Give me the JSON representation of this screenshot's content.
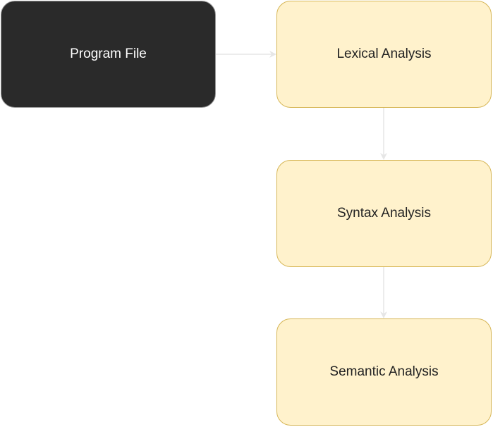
{
  "diagram": {
    "nodes": [
      {
        "id": "program-file",
        "label": "Program File",
        "style": "dark"
      },
      {
        "id": "lexical",
        "label": "Lexical Analysis",
        "style": "light"
      },
      {
        "id": "syntax",
        "label": "Syntax Analysis",
        "style": "light"
      },
      {
        "id": "semantic",
        "label": "Semantic Analysis",
        "style": "light"
      }
    ],
    "edges": [
      {
        "from": "program-file",
        "to": "lexical"
      },
      {
        "from": "lexical",
        "to": "syntax"
      },
      {
        "from": "syntax",
        "to": "semantic"
      }
    ]
  },
  "colors": {
    "dark_fill": "#2a2a2a",
    "light_fill": "#fff2cc",
    "light_stroke": "#d6b656",
    "edge": "#e6e6e6"
  }
}
